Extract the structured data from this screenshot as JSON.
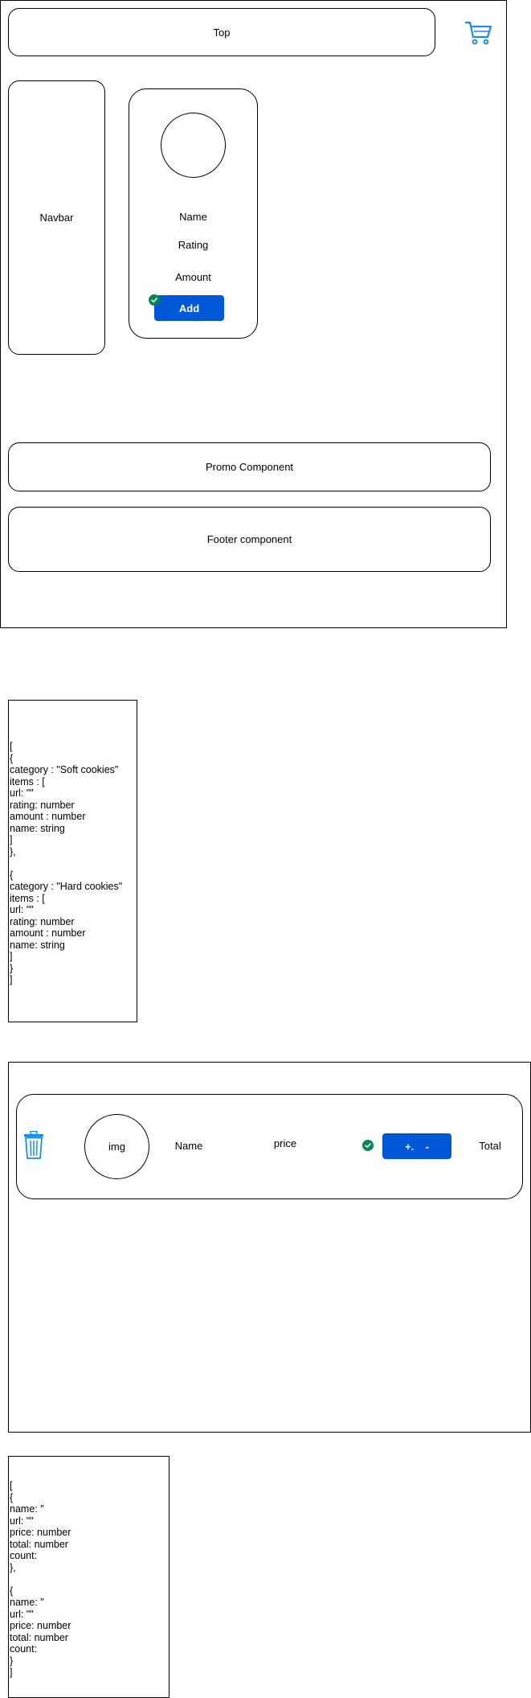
{
  "page_layout": {
    "top_label": "Top",
    "navbar_label": "Navbar",
    "product_card": {
      "name_label": "Name",
      "rating_label": "Rating",
      "amount_label": "Amount",
      "add_button_label": "Add"
    },
    "promo_label": "Promo Component",
    "footer_label": "Footer component"
  },
  "products_schema_lines": [
    "[",
    "{",
    "category : \"Soft cookies\"",
    "items : [",
    "url: \"\"",
    "rating: number",
    "amount : number",
    "name: string",
    "]",
    "},",
    "",
    "{",
    "category : \"Hard cookies\"",
    "items : [",
    "url: \"\"",
    "rating: number",
    "amount : number",
    "name: string",
    "]",
    "}",
    "]"
  ],
  "cart_layout": {
    "img_label": "img",
    "name_label": "Name",
    "price_label": "price",
    "stepper_label": "+.    -",
    "total_label": "Total"
  },
  "cart_schema_lines": [
    "[",
    "{",
    "name: \"",
    "url: \"\"",
    "price: number",
    "total: number",
    "count:",
    "},",
    "",
    "{",
    "name: \"",
    "url: \"\"",
    "price: number",
    "total: number",
    "count:",
    "}",
    "]"
  ],
  "colors": {
    "button_blue": "#0057d8",
    "check_green": "#0b8457",
    "icon_blue": "#1a8ee0"
  },
  "icons": [
    "cart-icon",
    "check-icon",
    "trash-icon"
  ]
}
